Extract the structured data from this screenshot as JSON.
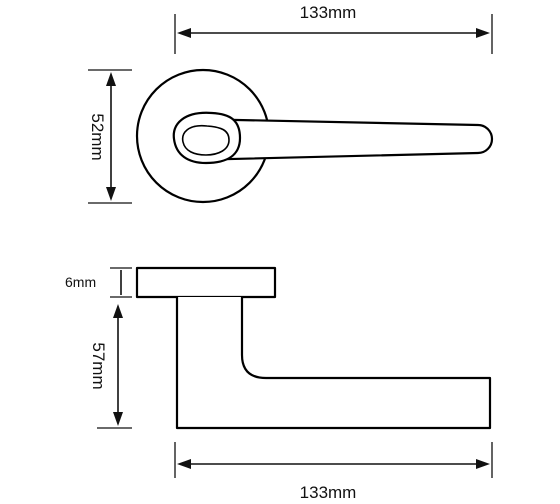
{
  "dimensions": {
    "top_width": "133mm",
    "rose_diameter": "52mm",
    "rose_thickness": "6mm",
    "lever_height": "57mm",
    "bottom_width": "133mm"
  },
  "colors": {
    "line": "#000000",
    "background": "#ffffff"
  }
}
